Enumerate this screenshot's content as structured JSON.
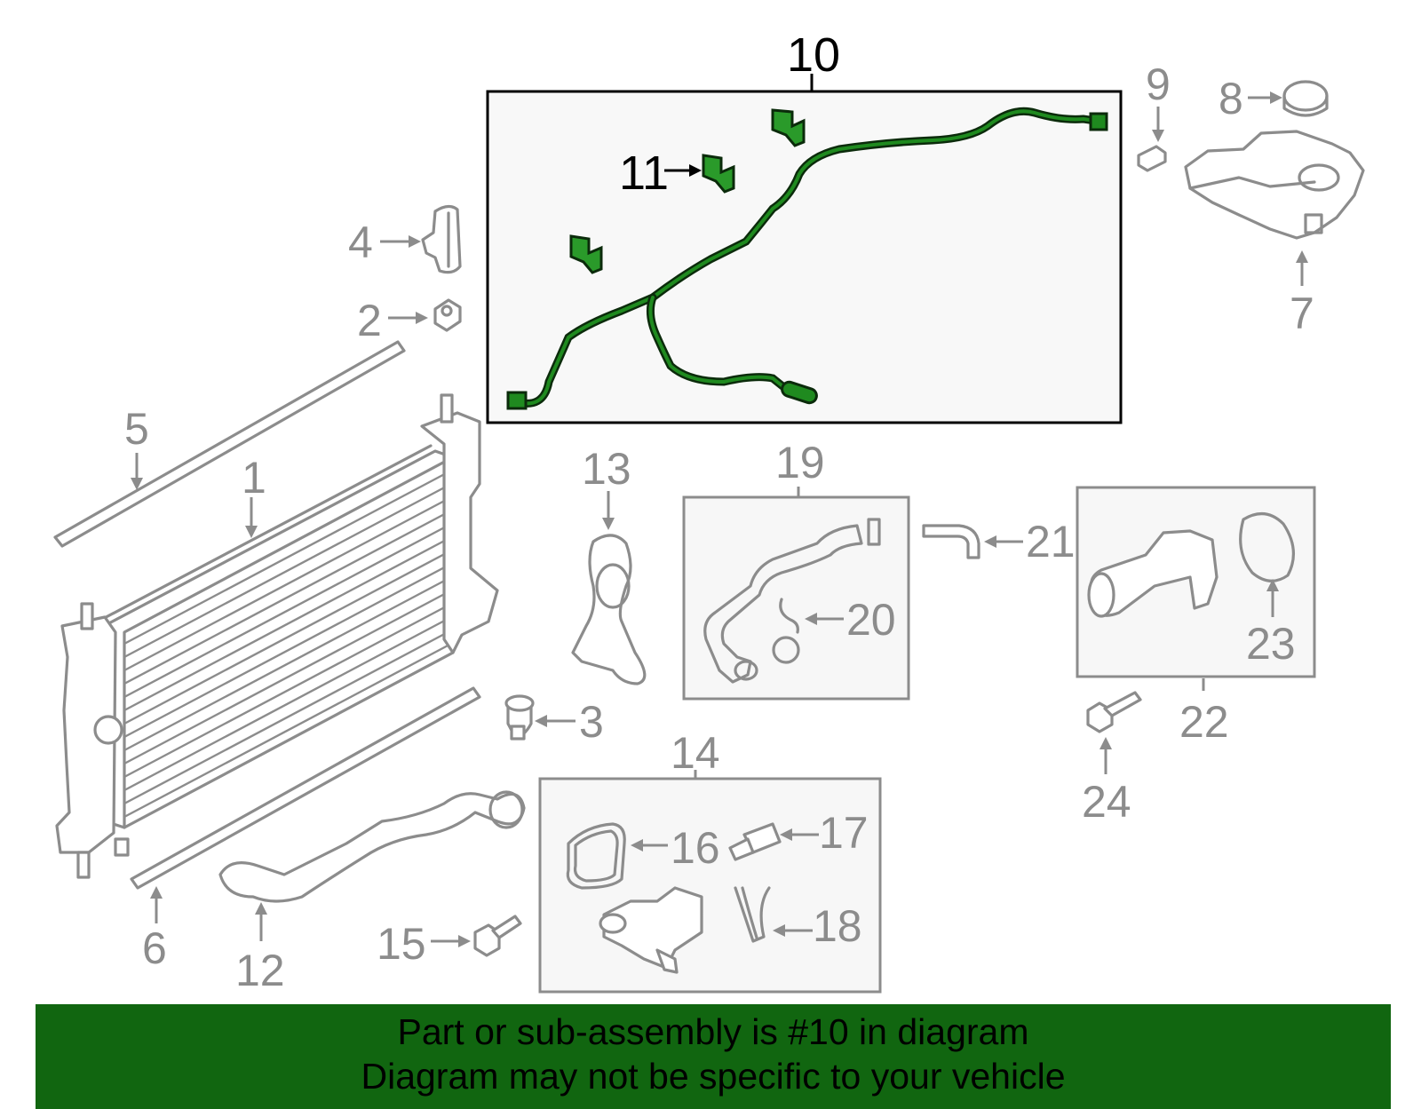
{
  "diagram": {
    "highlight_color": "#116610",
    "part_color": "#8c8c8c",
    "labels": {
      "p1": "1",
      "p2": "2",
      "p3": "3",
      "p4": "4",
      "p5": "5",
      "p6": "6",
      "p7": "7",
      "p8": "8",
      "p9": "9",
      "p10": "10",
      "p11": "11",
      "p12": "12",
      "p13": "13",
      "p14": "14",
      "p15": "15",
      "p16": "16",
      "p17": "17",
      "p18": "18",
      "p19": "19",
      "p20": "20",
      "p21": "21",
      "p22": "22",
      "p23": "23",
      "p24": "24"
    }
  },
  "banner": {
    "line1": "Part or sub-assembly is #10 in diagram",
    "line2": "Diagram may not be specific to your vehicle"
  }
}
